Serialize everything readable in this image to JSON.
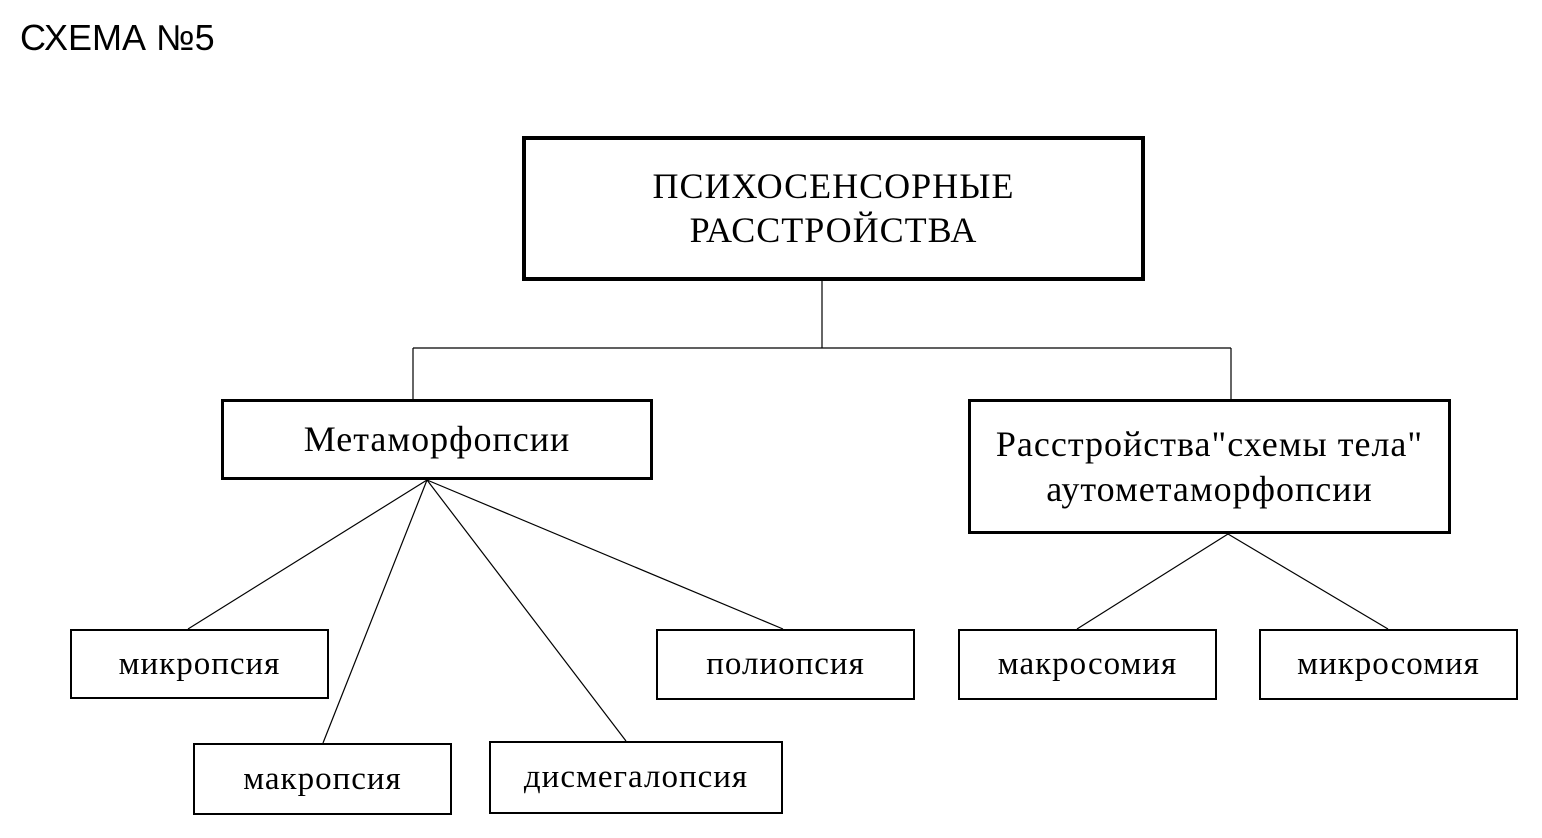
{
  "scheme_label": "СХЕМА №5",
  "root": {
    "label": "ПСИХОСЕНСОРНЫЕ\nРАССТРОЙСТВА"
  },
  "categories": [
    {
      "label": "Метаморфопсии",
      "children": [
        "микропсия",
        "макропсия",
        "дисмегалопсия",
        "полиопсия"
      ]
    },
    {
      "label": "Расстройства\"схемы тела\"\nаутометаморфопсии",
      "children": [
        "макросомия",
        "микросомия"
      ]
    }
  ],
  "colors": {
    "line": "#000000",
    "background": "#ffffff"
  }
}
